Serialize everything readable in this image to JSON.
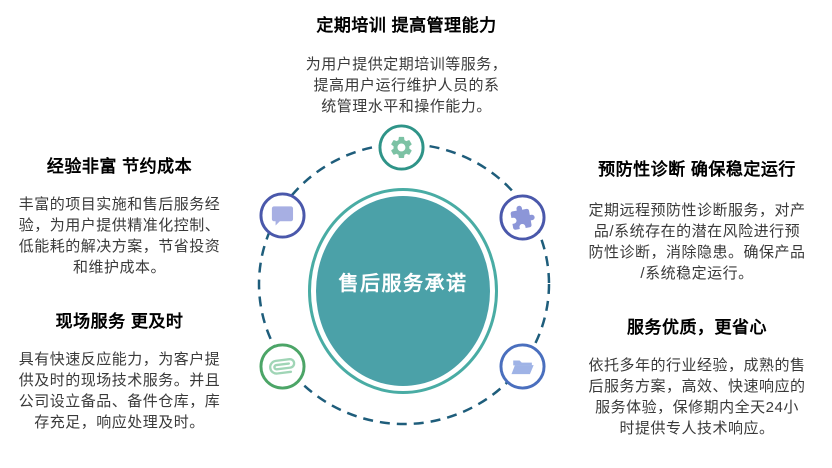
{
  "diagram": {
    "background_color": "#ffffff",
    "center": {
      "label": "售后服务承诺",
      "fill_color": "#4ba1a8",
      "ring_color": "#49aca4",
      "dash_color": "#1e5d7b"
    },
    "sections": {
      "top": {
        "title": "定期培训 提高管理能力",
        "body": [
          "为用户提供定期培训等服务，",
          "提高用户运行维护人员的系",
          "统管理水平和操作能力。"
        ]
      },
      "left_top": {
        "title": "经验非富 节约成本",
        "body": [
          "丰富的项目实施和售后服务经",
          "验，为用户提供精准化控制、",
          "低能耗的解决方案，节省投资",
          "和维护成本。"
        ]
      },
      "left_bottom": {
        "title": "现场服务 更及时",
        "body": [
          "具有快速反应能力，为客户提",
          "供及时的现场技术服务。并且",
          "公司设立备品、备件仓库，库",
          "存充足，响应处理及时。"
        ]
      },
      "right_top": {
        "title": "预防性诊断 确保稳定运行",
        "body": [
          "定期远程预防性诊断服务，对产",
          "品/系统存在的潜在风险进行预",
          "防性诊断，消除隐患。确保产品",
          "/系统稳定运行。"
        ]
      },
      "right_bottom": {
        "title": "服务优质，更省心",
        "body": [
          "依托多年的行业经验，成熟的售",
          "后服务方案，高效、快速响应的",
          "服务体验，保修期内全天24小",
          "时提供专人技术响应。"
        ]
      }
    },
    "icons": {
      "gear": {
        "name": "gear-icon",
        "ring_color": "#2f9488",
        "fill_color": "#7cc2a4"
      },
      "speech": {
        "name": "speech-bubble-icon",
        "ring_color": "#4a58ab",
        "fill_color": "#a7afe3"
      },
      "puzzle": {
        "name": "puzzle-icon",
        "ring_color": "#4a58ab",
        "fill_color": "#8c96d8"
      },
      "paperclip": {
        "name": "paperclip-icon",
        "ring_color": "#4ca567",
        "fill_color": "#a0d5b6"
      },
      "folder": {
        "name": "folder-icon",
        "ring_color": "#4a6fbe",
        "fill_color": "#9fb3e6"
      }
    }
  }
}
